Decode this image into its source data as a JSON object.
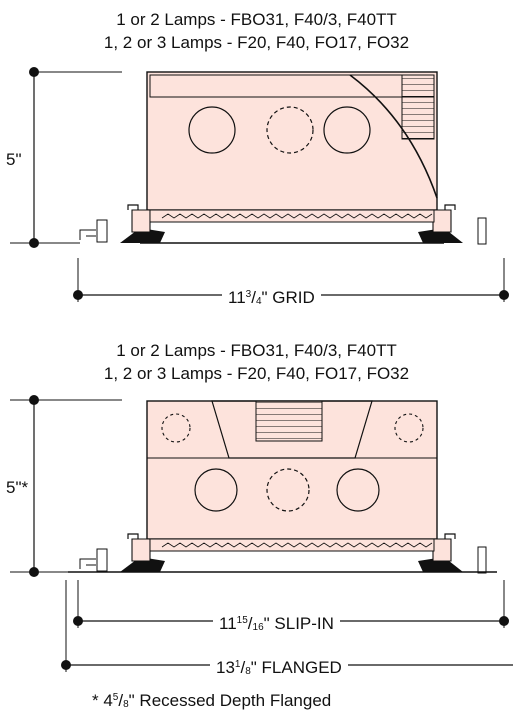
{
  "fixture_top": {
    "lamps_line1": "1 or 2 Lamps - FBO31, F40/3, F40TT",
    "lamps_line2": "1, 2 or 3 Lamps - F20, F40, FO17, FO32",
    "height_label": "5\"",
    "width_main": "11",
    "width_num": "3",
    "width_den": "4",
    "width_suffix": "\" GRID"
  },
  "fixture_bottom": {
    "lamps_line1": "1 or 2 Lamps - FBO31, F40/3, F40TT",
    "lamps_line2": "1, 2 or 3 Lamps - F20, F40, FO17, FO32",
    "height_label": "5\"*",
    "slipin_main": "11",
    "slipin_num": "15",
    "slipin_den": "16",
    "slipin_suffix": "\" SLIP-IN",
    "flanged_main": "13",
    "flanged_num": "1",
    "flanged_den": "8",
    "flanged_suffix": "\" FLANGED"
  },
  "footnote": {
    "prefix": "* 4",
    "num": "5",
    "den": "8",
    "suffix": "\" Recessed Depth Flanged"
  },
  "colors": {
    "housing_fill": "#fde3dc",
    "line": "#111111"
  }
}
